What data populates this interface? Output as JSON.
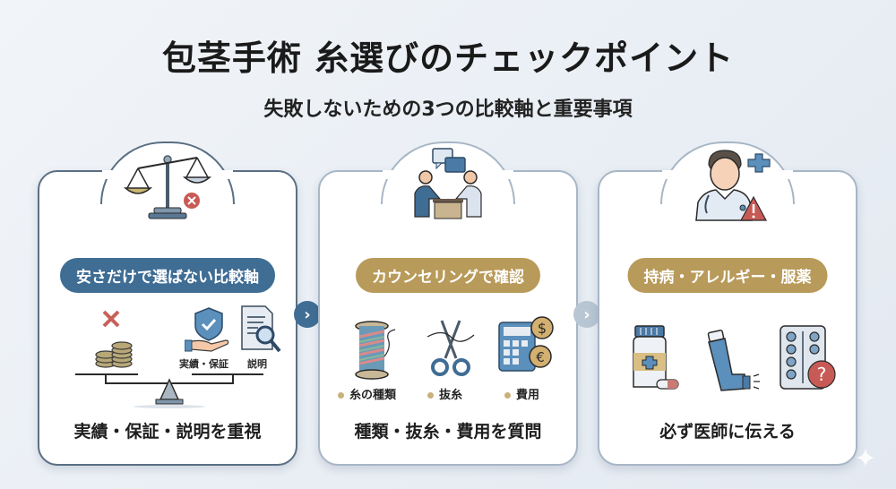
{
  "header": {
    "title": "包茎手術 糸選びのチェックポイント",
    "subtitle": "失敗しないための3つの比較軸と重要事項"
  },
  "colors": {
    "primary_blue": "#3f6d94",
    "gold": "#b89a5a",
    "alert_red": "#c85a55",
    "card_border_dark": "#5a6f84",
    "card_border_light": "#a7b6c6"
  },
  "cards": [
    {
      "top_icon": "balance-scale-with-x-icon",
      "pill_label": "安さだけで選ばない比較軸",
      "pill_color": "blue",
      "illustration": {
        "left_item": "coins-with-x-icon",
        "right_items": [
          {
            "icon": "shield-hand-check-icon",
            "label": "実績・保証"
          },
          {
            "icon": "document-magnifier-icon",
            "label": "説明"
          }
        ]
      },
      "bottom_text": "実績・保証・説明を重視"
    },
    {
      "top_icon": "counseling-people-icon",
      "pill_label": "カウンセリングで確認",
      "pill_color": "gold",
      "items": [
        {
          "icon": "thread-spool-icon",
          "label": "糸の種類"
        },
        {
          "icon": "scissors-thread-icon",
          "label": "抜糸"
        },
        {
          "icon": "calculator-coins-icon",
          "label": "費用"
        }
      ],
      "bottom_text": "種類・抜糸・費用を質問"
    },
    {
      "top_icon": "doctor-alert-icon",
      "pill_label": "持病・アレルギー・服薬",
      "pill_color": "gold",
      "items": [
        {
          "icon": "medicine-bottle-icon"
        },
        {
          "icon": "inhaler-icon"
        },
        {
          "icon": "pill-blister-question-icon"
        }
      ],
      "bottom_text": "必ず医師に伝える"
    }
  ],
  "connectors": [
    {
      "icon": "chevron-right-icon",
      "glyph": "›"
    },
    {
      "icon": "chevron-right-icon",
      "glyph": "›"
    }
  ]
}
